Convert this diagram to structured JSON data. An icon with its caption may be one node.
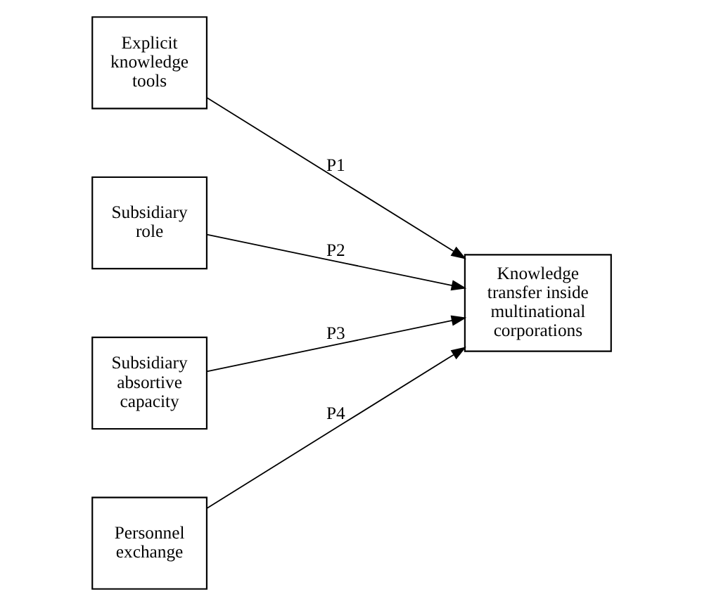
{
  "diagram": {
    "nodes": [
      {
        "text": [
          "Explicit knowledge tools"
        ]
      },
      {
        "text": [
          "Subsidiary role"
        ]
      },
      {
        "text": [
          "Subsidiary absortive capacity"
        ]
      },
      {
        "text": [
          "Personnel exchange"
        ]
      },
      {
        "text": [
          "Knowledge transfer inside multinational corporations"
        ]
      }
    ],
    "edges": [
      {
        "from": 0,
        "to": 4,
        "arrow": "to",
        "label": "P1"
      },
      {
        "from": 1,
        "to": 4,
        "arrow": "to",
        "label": "P2"
      },
      {
        "from": 2,
        "to": 4,
        "arrow": "to",
        "label": "P3"
      },
      {
        "from": 3,
        "to": 4,
        "arrow": "to",
        "label": "P4"
      }
    ]
  }
}
